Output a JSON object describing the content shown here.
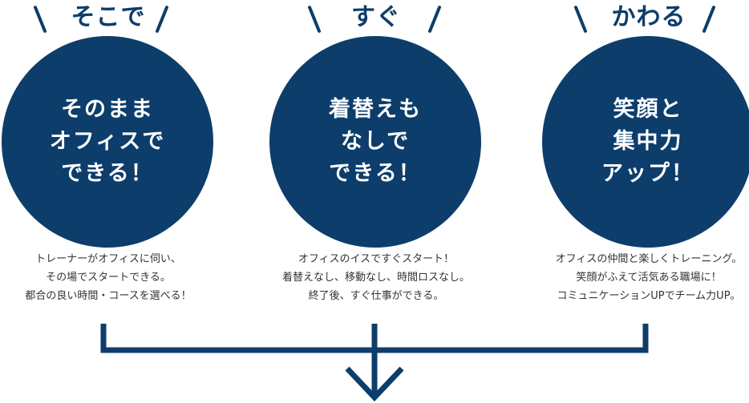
{
  "columns": [
    {
      "heading": "そこで",
      "circle_lines": [
        "そのまま",
        "オフィスで",
        "できる！"
      ],
      "desc_lines": [
        "トレーナーがオフィスに伺い、",
        "その場でスタートできる。",
        "都合の良い時間・コースを選べる！"
      ]
    },
    {
      "heading": "すぐ",
      "circle_lines": [
        "着替えも",
        "なしで",
        "できる！"
      ],
      "desc_lines": [
        "オフィスのイスですぐスタート！",
        "着替えなし、移動なし、時間ロスなし。",
        "終了後、すぐ仕事ができる。"
      ]
    },
    {
      "heading": "かわる",
      "circle_lines": [
        "笑顔と",
        "集中力",
        "アップ！"
      ],
      "desc_lines": [
        "オフィスの仲間と楽しくトレーニング。",
        "笑顔がふえて活気ある職場に！",
        "コミュニケーションUPでチーム力UP。"
      ]
    }
  ],
  "colors": {
    "accent": "#0d3d6b",
    "text": "#333333"
  }
}
